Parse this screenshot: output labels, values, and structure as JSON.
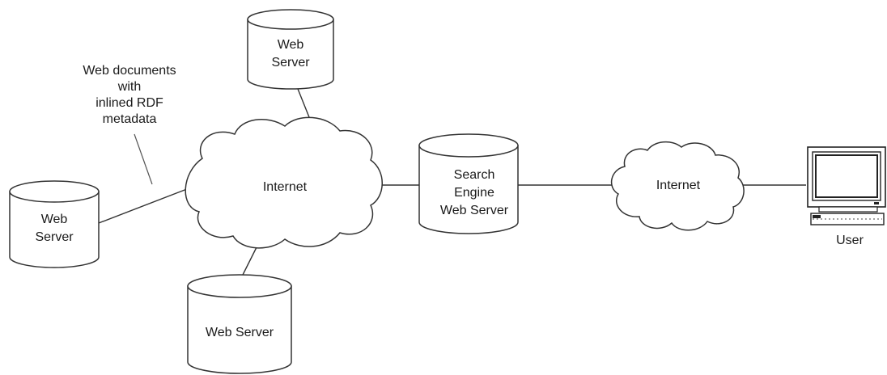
{
  "annotation": {
    "lines": [
      "Web documents",
      "with",
      "inlined RDF",
      "metadata"
    ]
  },
  "servers": {
    "top": {
      "lines": [
        "Web",
        "Server"
      ]
    },
    "left": {
      "lines": [
        "Web",
        "Server"
      ]
    },
    "bottom": {
      "lines": [
        "Web Server"
      ]
    },
    "search": {
      "lines": [
        "Search",
        "Engine",
        "Web Server"
      ]
    }
  },
  "clouds": {
    "main": {
      "label": "Internet"
    },
    "right": {
      "label": "Internet"
    }
  },
  "user": {
    "label": "User"
  },
  "icons": {
    "server": "cylinder-database-icon",
    "cloud": "cloud-icon",
    "computer": "desktop-computer-icon"
  }
}
